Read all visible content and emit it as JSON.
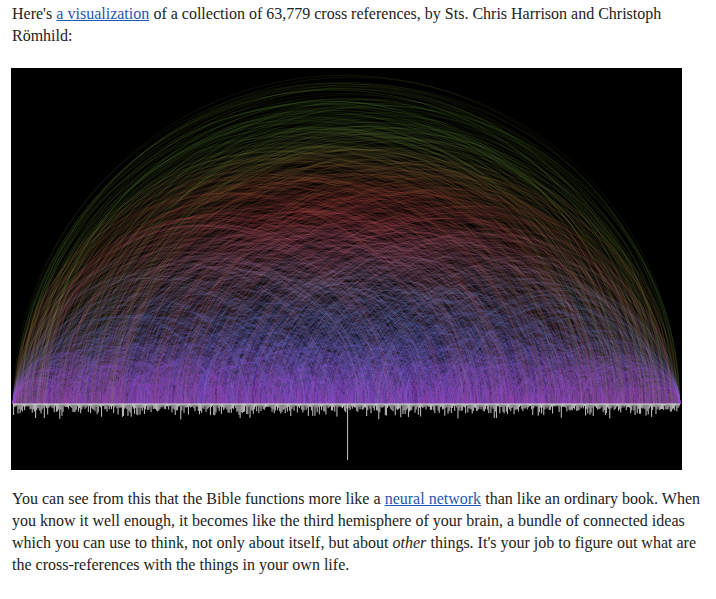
{
  "diagram": {
    "labels": [
      "Here's",
      "a visualization",
      "of a collection of 63,779 cross references, by Sts. Chris Harrison and Christoph Römhild:",
      "You can see from this that the Bible functions more like a",
      "neural network",
      "than like an ordinary book. When you know it well enough, it becomes like the third hemisphere of your brain, a bundle of connected ideas which you can use to think, not only about itself, but about",
      "other",
      "things. It's your job to figure out what are the cross-references with the things in your own life."
    ]
  }
}
